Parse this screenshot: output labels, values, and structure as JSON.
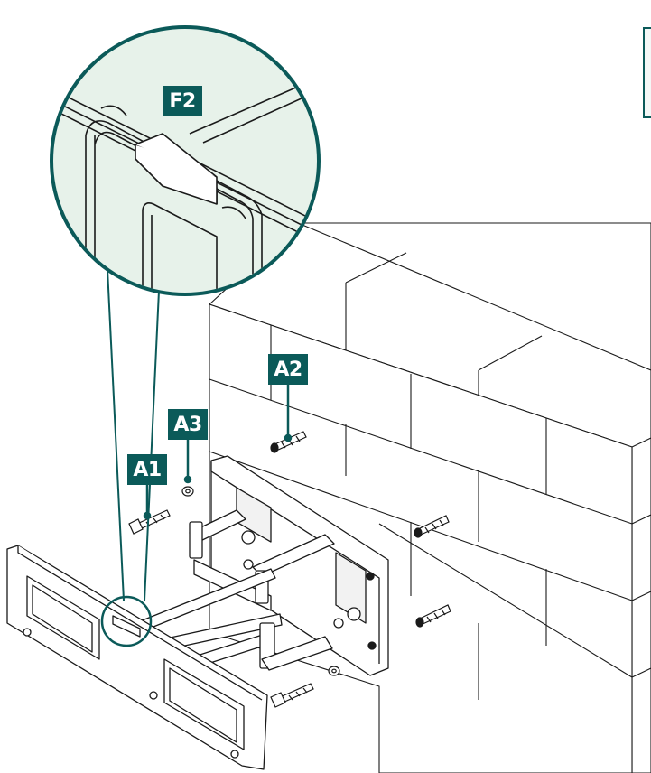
{
  "callouts": {
    "a1": "A1",
    "a2": "A2",
    "a3": "A3",
    "f2": "F2"
  },
  "colors": {
    "callout_fill": "#0b5a59",
    "magnifier_fill": "#e7f2ea",
    "line": "#1a1a1a"
  }
}
